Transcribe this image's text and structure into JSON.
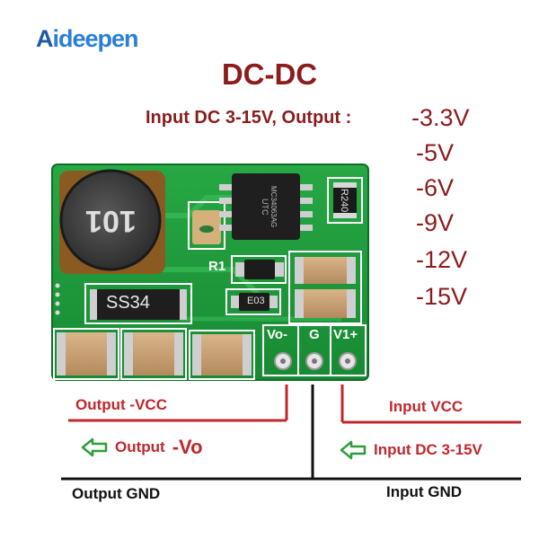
{
  "brand": {
    "name": "Aideepen",
    "first": "A",
    "rest": "ideepen"
  },
  "title": "DC-DC",
  "spec": {
    "input": "Input DC 3-15V, Output :"
  },
  "outputs": [
    "-3.3V",
    "-5V",
    "-6V",
    "-9V",
    "-12V",
    "-15V"
  ],
  "board": {
    "inductor_marking": "101",
    "diode_marking": "SS34",
    "ic_marking_1": "UTC",
    "ic_marking_2": "MC34063AG",
    "resistor_marking": "R240",
    "small_part_marking": "E03",
    "r1_label": "R1",
    "pins": [
      "Vo-",
      "G",
      "V1+"
    ]
  },
  "labels": {
    "output_vcc": "Output -VCC",
    "output_vo_prefix": "Output",
    "output_vo": "-Vo",
    "input_vcc": "Input VCC",
    "input_dc": "Input DC 3-15V",
    "output_gnd": "Output GND",
    "input_gnd": "Input GND"
  },
  "colors": {
    "pcb": "#1e9a3c",
    "title": "#8b1c1c",
    "wire_red": "#c0282c",
    "arrow_green": "#2e9e3a"
  }
}
